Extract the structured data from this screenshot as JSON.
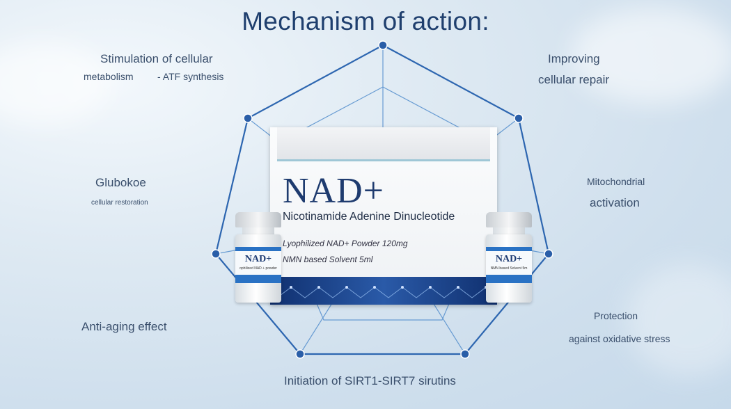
{
  "title": "Mechanism of action:",
  "labels": {
    "stimulation": "Stimulation of cellular",
    "metabolism": "metabolism",
    "atf": "- ATF synthesis",
    "improving": "Improving",
    "cellular_repair": "cellular repair",
    "glubokoe": "Glubokoe",
    "cellular_restoration": "cellular restoration",
    "mitochondrial": "Mitochondrial",
    "activation": "activation",
    "anti_aging": "Anti-aging effect",
    "protection": "Protection",
    "oxidative": "against oxidative stress",
    "sirt": "Initiation of SIRT1-SIRT7 sirutins"
  },
  "product": {
    "brand": "NAD+",
    "name": "Nicotinamide Adenine Dinucleotide",
    "line1": "Lyophilized NAD+ Powder 120mg",
    "line2": "NMN based Solvent 5ml",
    "vial_left_name": "NAD+",
    "vial_left_text": "ophilized NAD + powder",
    "vial_right_name": "NAD+",
    "vial_right_text": "NMN based Solvent 5m"
  },
  "colors": {
    "title": "#1f3f6e",
    "web": "#2d66b0",
    "node": "#2a5ea8"
  }
}
